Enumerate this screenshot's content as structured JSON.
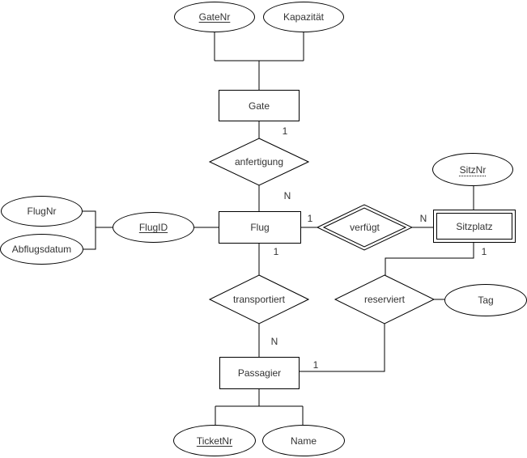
{
  "diagram": {
    "entities": {
      "gate": {
        "label": "Gate",
        "type": "strong"
      },
      "flug": {
        "label": "Flug",
        "type": "strong"
      },
      "sitzplatz": {
        "label": "Sitzplatz",
        "type": "weak"
      },
      "passagier": {
        "label": "Passagier",
        "type": "strong"
      }
    },
    "attributes": {
      "gatenr": {
        "label": "GateNr",
        "key": "primary"
      },
      "kapazitaet": {
        "label": "Kapazität",
        "key": "none"
      },
      "flugnr": {
        "label": "FlugNr",
        "key": "none"
      },
      "abflugsdatum": {
        "label": "Abflugsdatum",
        "key": "none"
      },
      "flugid": {
        "label": "FlugID",
        "key": "primary"
      },
      "sitznr": {
        "label": "SitzNr",
        "key": "partial"
      },
      "tag": {
        "label": "Tag",
        "key": "none"
      },
      "ticketnr": {
        "label": "TicketNr",
        "key": "primary"
      },
      "name": {
        "label": "Name",
        "key": "none"
      }
    },
    "relationships": {
      "anfertigung": {
        "label": "anfertigung",
        "identifying": false
      },
      "verfuegt": {
        "label": "verfügt",
        "identifying": true
      },
      "transportiert": {
        "label": "transportiert",
        "identifying": false
      },
      "reserviert": {
        "label": "reserviert",
        "identifying": false
      }
    },
    "cardinalities": {
      "gate_anfertigung": "1",
      "anfertigung_flug": "N",
      "flug_verfuegt": "1",
      "verfuegt_sitzplatz": "N",
      "flug_transportiert": "1",
      "transportiert_passagier": "N",
      "sitzplatz_reserviert": "1",
      "reserviert_passagier": "1"
    },
    "colors": {
      "stroke": "#000000",
      "fill": "#ffffff",
      "text": "#333333",
      "background": "#ffffff"
    }
  }
}
